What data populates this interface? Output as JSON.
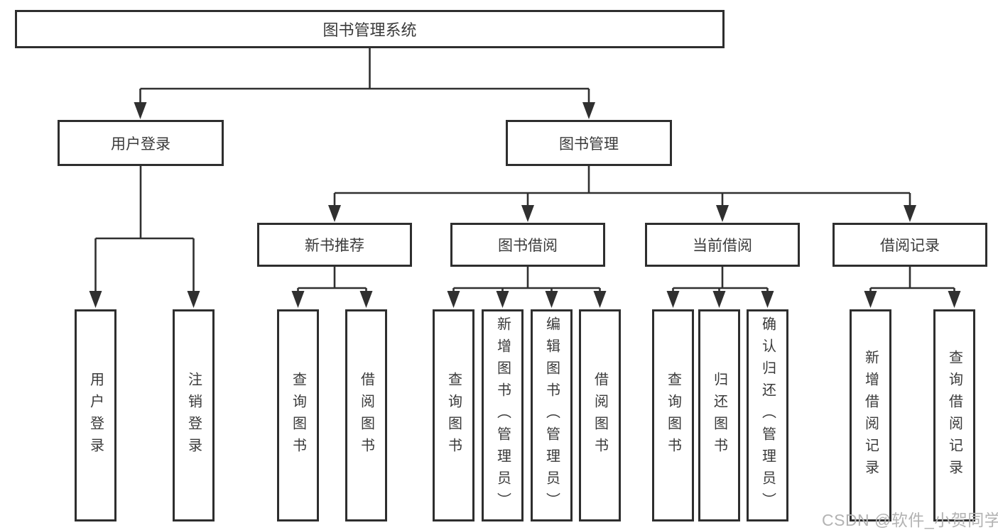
{
  "colors": {
    "line": "#303030",
    "box_border": "#2e2e2e",
    "text": "#3a3a3a",
    "watermark": "#b3b3b3"
  },
  "tree": {
    "root": "图书管理系统",
    "userLogin": {
      "label": "用户登录",
      "children": [
        "用户登录",
        "注销登录"
      ]
    },
    "bookMgmt": {
      "label": "图书管理",
      "sections": [
        {
          "label": "新书推荐",
          "children": [
            "查询图书",
            "借阅图书"
          ]
        },
        {
          "label": "图书借阅",
          "children": [
            "查询图书",
            "新增图书（管理员）",
            "编辑图书（管理员）",
            "借阅图书"
          ]
        },
        {
          "label": "当前借阅",
          "children": [
            "查询图书",
            "归还图书",
            "确认归还（管理员）"
          ]
        },
        {
          "label": "借阅记录",
          "children": [
            "新增借阅记录",
            "查询借阅记录"
          ]
        }
      ]
    }
  },
  "watermark": "CSDN @软件_小贺同学"
}
